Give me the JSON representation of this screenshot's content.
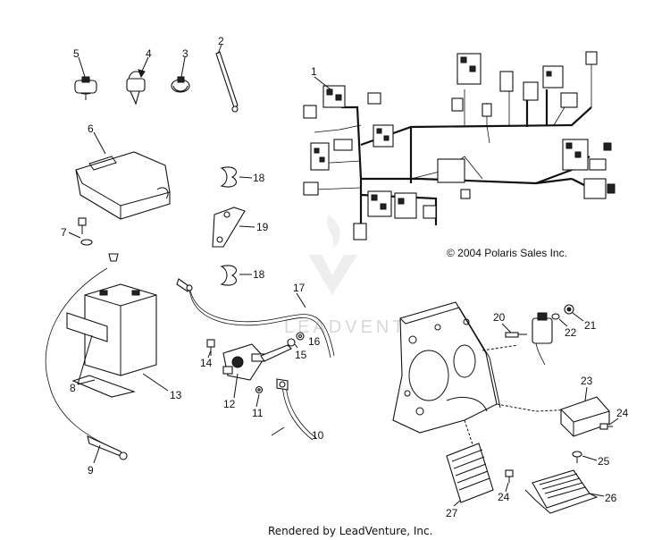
{
  "copyright": "© 2004 Polaris Sales Inc.",
  "rendered_by": "Rendered by LeadVenture, Inc.",
  "watermark": "LEADVENTURE",
  "callouts": [
    "1",
    "2",
    "3",
    "4",
    "5",
    "6",
    "7",
    "8",
    "9",
    "10",
    "11",
    "12",
    "13",
    "14",
    "15",
    "16",
    "17",
    "18",
    "18",
    "19",
    "20",
    "21",
    "22",
    "23",
    "24",
    "24",
    "25",
    "26",
    "27"
  ]
}
